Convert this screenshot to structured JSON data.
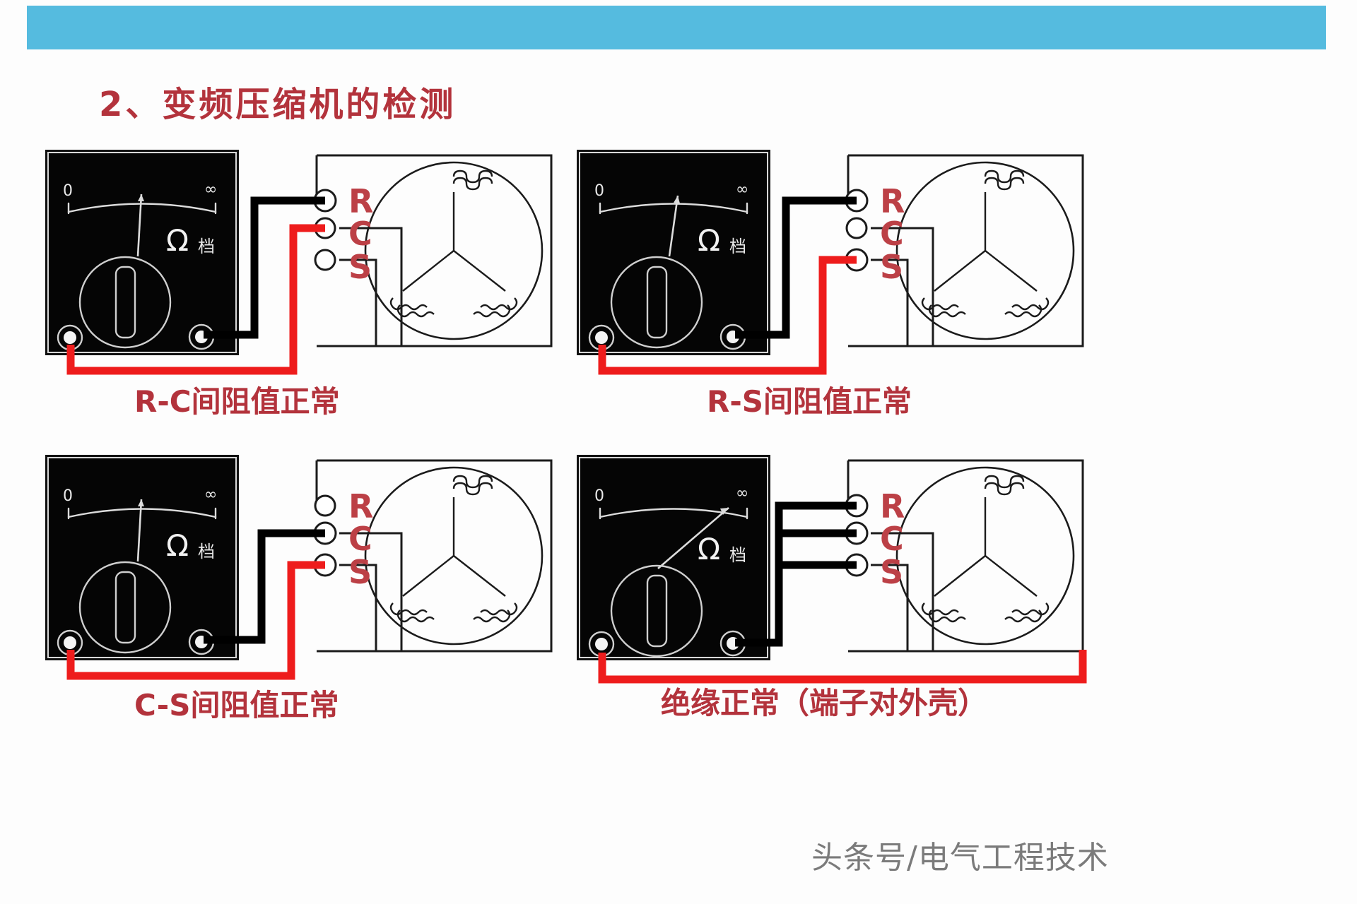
{
  "slide": {
    "banner_color": "#55bbdf",
    "background_color": "#ffffff",
    "title": "2、变频压缩机的检测",
    "title_color": "#b3333c"
  },
  "colors": {
    "accent_red": "#b3333c",
    "terminal_red": "#bc4046",
    "lead_red": "#ee1c1c",
    "lead_black": "#000000",
    "meter_face": "#050505",
    "meter_text": "#e8e8e8"
  },
  "meter": {
    "zero_label": "0",
    "infinity_label": "∞",
    "mode_symbol": "Ω",
    "mode_text": "档"
  },
  "terminals": {
    "r": "R",
    "c": "C",
    "s": "S"
  },
  "panels": [
    {
      "id": "panel-rc",
      "caption": "R-C间阻值正常",
      "needle": "mid",
      "black_lead_to": "R",
      "red_lead_to": "C",
      "probe_count": 2
    },
    {
      "id": "panel-rs",
      "caption": "R-S间阻值正常",
      "needle": "mid",
      "black_lead_to": "R",
      "red_lead_to": "S",
      "probe_count": 2
    },
    {
      "id": "panel-cs",
      "caption": "C-S间阻值正常",
      "needle": "mid",
      "black_lead_to": "C",
      "red_lead_to": "S",
      "probe_count": 2
    },
    {
      "id": "panel-insulation",
      "caption": "绝缘正常（端子对外壳）",
      "needle": "infinity",
      "black_lead_to": "R,C,S",
      "red_lead_to": "shell",
      "probe_count": 4
    }
  ],
  "watermark": "头条号/电气工程技术"
}
